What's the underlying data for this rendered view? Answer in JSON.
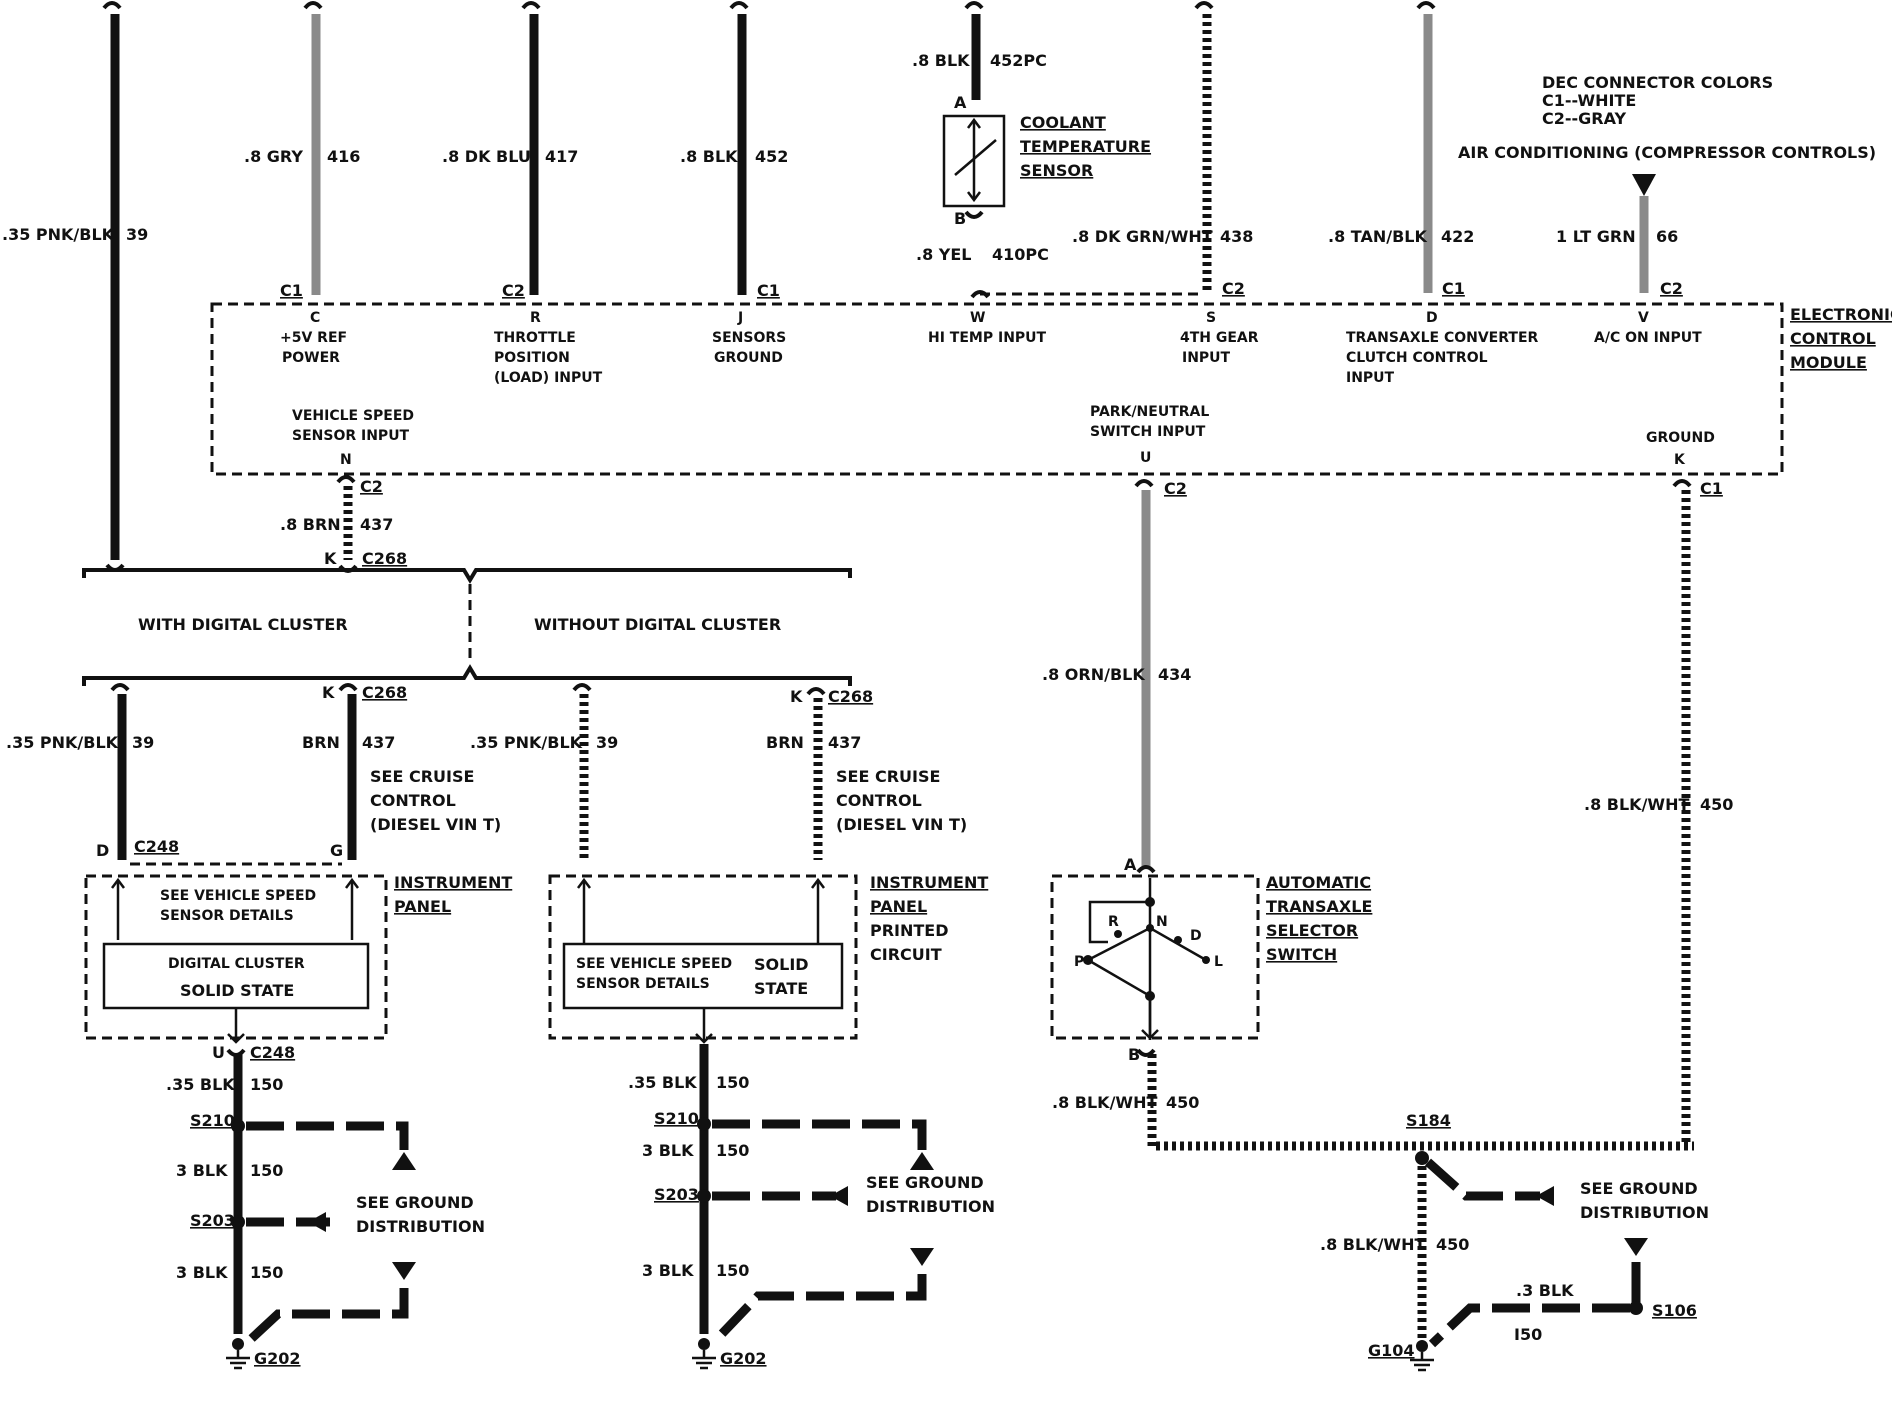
{
  "wires": {
    "pnk_blk_39": {
      "color": ".35 PNK/BLK",
      "circuit": "39"
    },
    "gry_416": {
      "color": ".8 GRY",
      "circuit": "416"
    },
    "dkblu_417": {
      "color": ".8 DK BLU",
      "circuit": "417"
    },
    "blk_452": {
      "color": ".8 BLK",
      "circuit": "452"
    },
    "blk_452pc": {
      "color": ".8 BLK",
      "circuit": "452PC"
    },
    "yel_410pc": {
      "color": ".8 YEL",
      "circuit": "410PC"
    },
    "dkgrn_438": {
      "color": ".8 DK GRN/WHT",
      "circuit": "438"
    },
    "tan_422": {
      "color": ".8 TAN/BLK",
      "circuit": "422"
    },
    "ltgrn_66": {
      "color": "1 LT GRN",
      "circuit": "66"
    },
    "brn_437": {
      "color": ".8 BRN",
      "circuit": "437"
    },
    "orn_434": {
      "color": ".8 ORN/BLK",
      "circuit": "434"
    },
    "blkwht_450": {
      "color": ".8 BLK/WHT",
      "circuit": "450"
    }
  },
  "coolant_sensor": {
    "line1": "COOLANT",
    "line2": "TEMPERATURE",
    "line3": "SENSOR",
    "pin_a": "A",
    "pin_b": "B"
  },
  "dec_note": {
    "title": "DEC CONNECTOR COLORS",
    "c1": "C1--WHITE",
    "c2": "C2--GRAY"
  },
  "ac_note": "AIR CONDITIONING (COMPRESSOR CONTROLS)",
  "ecm": {
    "title1": "ELECTRONIC",
    "title2": "CONTROL",
    "title3": "MODULE",
    "pins": [
      {
        "conn": "C1",
        "pin": "C",
        "l1": "+5V REF",
        "l2": "POWER",
        "l3": ""
      },
      {
        "conn": "C2",
        "pin": "R",
        "l1": "THROTTLE",
        "l2": "POSITION",
        "l3": "(LOAD) INPUT"
      },
      {
        "conn": "C1",
        "pin": "J",
        "l1": "SENSORS",
        "l2": "GROUND",
        "l3": ""
      },
      {
        "conn": "",
        "pin": "W",
        "l1": "HI TEMP INPUT",
        "l2": "",
        "l3": ""
      },
      {
        "conn": "C2",
        "pin": "S",
        "l1": "4TH GEAR",
        "l2": "INPUT",
        "l3": ""
      },
      {
        "conn": "C1",
        "pin": "D",
        "l1": "TRANSAXLE CONVERTER",
        "l2": "CLUTCH CONTROL",
        "l3": "INPUT"
      },
      {
        "conn": "C2",
        "pin": "V",
        "l1": "A/C ON INPUT",
        "l2": "",
        "l3": ""
      }
    ],
    "bottom": [
      {
        "conn": "C2",
        "pin": "N",
        "l1": "VEHICLE SPEED",
        "l2": "SENSOR INPUT"
      },
      {
        "conn": "C2",
        "pin": "U",
        "l1": "PARK/NEUTRAL",
        "l2": "SWITCH INPUT"
      },
      {
        "conn": "C1",
        "pin": "K",
        "l1": "GROUND",
        "l2": ""
      }
    ]
  },
  "c268": {
    "pin": "K",
    "conn": "C268"
  },
  "branch_with": "WITH DIGITAL CLUSTER",
  "branch_without": "WITHOUT DIGITAL CLUSTER",
  "left_cluster": {
    "c268_pin": "K",
    "c268": "C268",
    "wire39": {
      "color": ".35 PNK/BLK",
      "circuit": "39"
    },
    "wire437": {
      "color": "BRN",
      "circuit": "437"
    },
    "see_cruise": {
      "l1": "SEE CRUISE",
      "l2": "CONTROL",
      "l3": "(DIESEL VIN T)"
    },
    "pin_d": "D",
    "c248": "C248",
    "pin_g": "G",
    "panel": {
      "l1": "INSTRUMENT",
      "l2": "PANEL"
    },
    "vss_details": {
      "l1": "SEE VEHICLE SPEED",
      "l2": "SENSOR DETAILS"
    },
    "cluster": {
      "l1": "DIGITAL  CLUSTER",
      "l2": "SOLID STATE"
    },
    "pin_u": "U",
    "c248b": "C248",
    "w150a": {
      "color": ".35 BLK",
      "circuit": "150"
    },
    "s210": "S210",
    "w150b": {
      "color": "3 BLK",
      "circuit": "150"
    },
    "s203": "S203",
    "w150c": {
      "color": "3 BLK",
      "circuit": "150"
    },
    "see_ground": {
      "l1": "SEE GROUND",
      "l2": "DISTRIBUTION"
    },
    "g202": "G202"
  },
  "mid_cluster": {
    "c268_pin": "K",
    "c268": "C268",
    "wire39": {
      "color": ".35 PNK/BLK",
      "circuit": "39"
    },
    "wire437": {
      "color": "BRN",
      "circuit": "437"
    },
    "see_cruise": {
      "l1": "SEE CRUISE",
      "l2": "CONTROL",
      "l3": "(DIESEL VIN T)"
    },
    "panel": {
      "l1": "INSTRUMENT",
      "l2": "PANEL",
      "l3": "PRINTED",
      "l4": "CIRCUIT"
    },
    "vss_details": {
      "l1": "SEE VEHICLE SPEED",
      "l2": "SENSOR DETAILS"
    },
    "solid": {
      "l1": "SOLID",
      "l2": "STATE"
    },
    "w150a": {
      "color": ".35 BLK",
      "circuit": "150"
    },
    "s210": "S210",
    "w150b": {
      "color": "3 BLK",
      "circuit": "150"
    },
    "s203": "S203",
    "w150c": {
      "color": "3 BLK",
      "circuit": "150"
    },
    "see_ground": {
      "l1": "SEE GROUND",
      "l2": "DISTRIBUTION"
    },
    "g202": "G202"
  },
  "selector": {
    "title1": "AUTOMATIC",
    "title2": "TRANSAXLE",
    "title3": "SELECTOR",
    "title4": "SWITCH",
    "pin_a": "A",
    "pin_b": "B",
    "p": "P",
    "r": "R",
    "n": "N",
    "d": "D",
    "l": "L"
  },
  "right_ground": {
    "w450": {
      "color": ".8 BLK/WHT",
      "circuit": "450"
    },
    "w450b": {
      "color": ".8 BLK/WHT",
      "circuit": "450"
    },
    "s184": "S184",
    "w450c": {
      "color": ".8 BLK/WHT",
      "circuit": "450"
    },
    "see_ground": {
      "l1": "SEE GROUND",
      "l2": "DISTRIBUTION"
    },
    "w150": {
      "color": ".3 BLK",
      "circuit": "I50"
    },
    "s106": "S106",
    "g104": "G104"
  }
}
